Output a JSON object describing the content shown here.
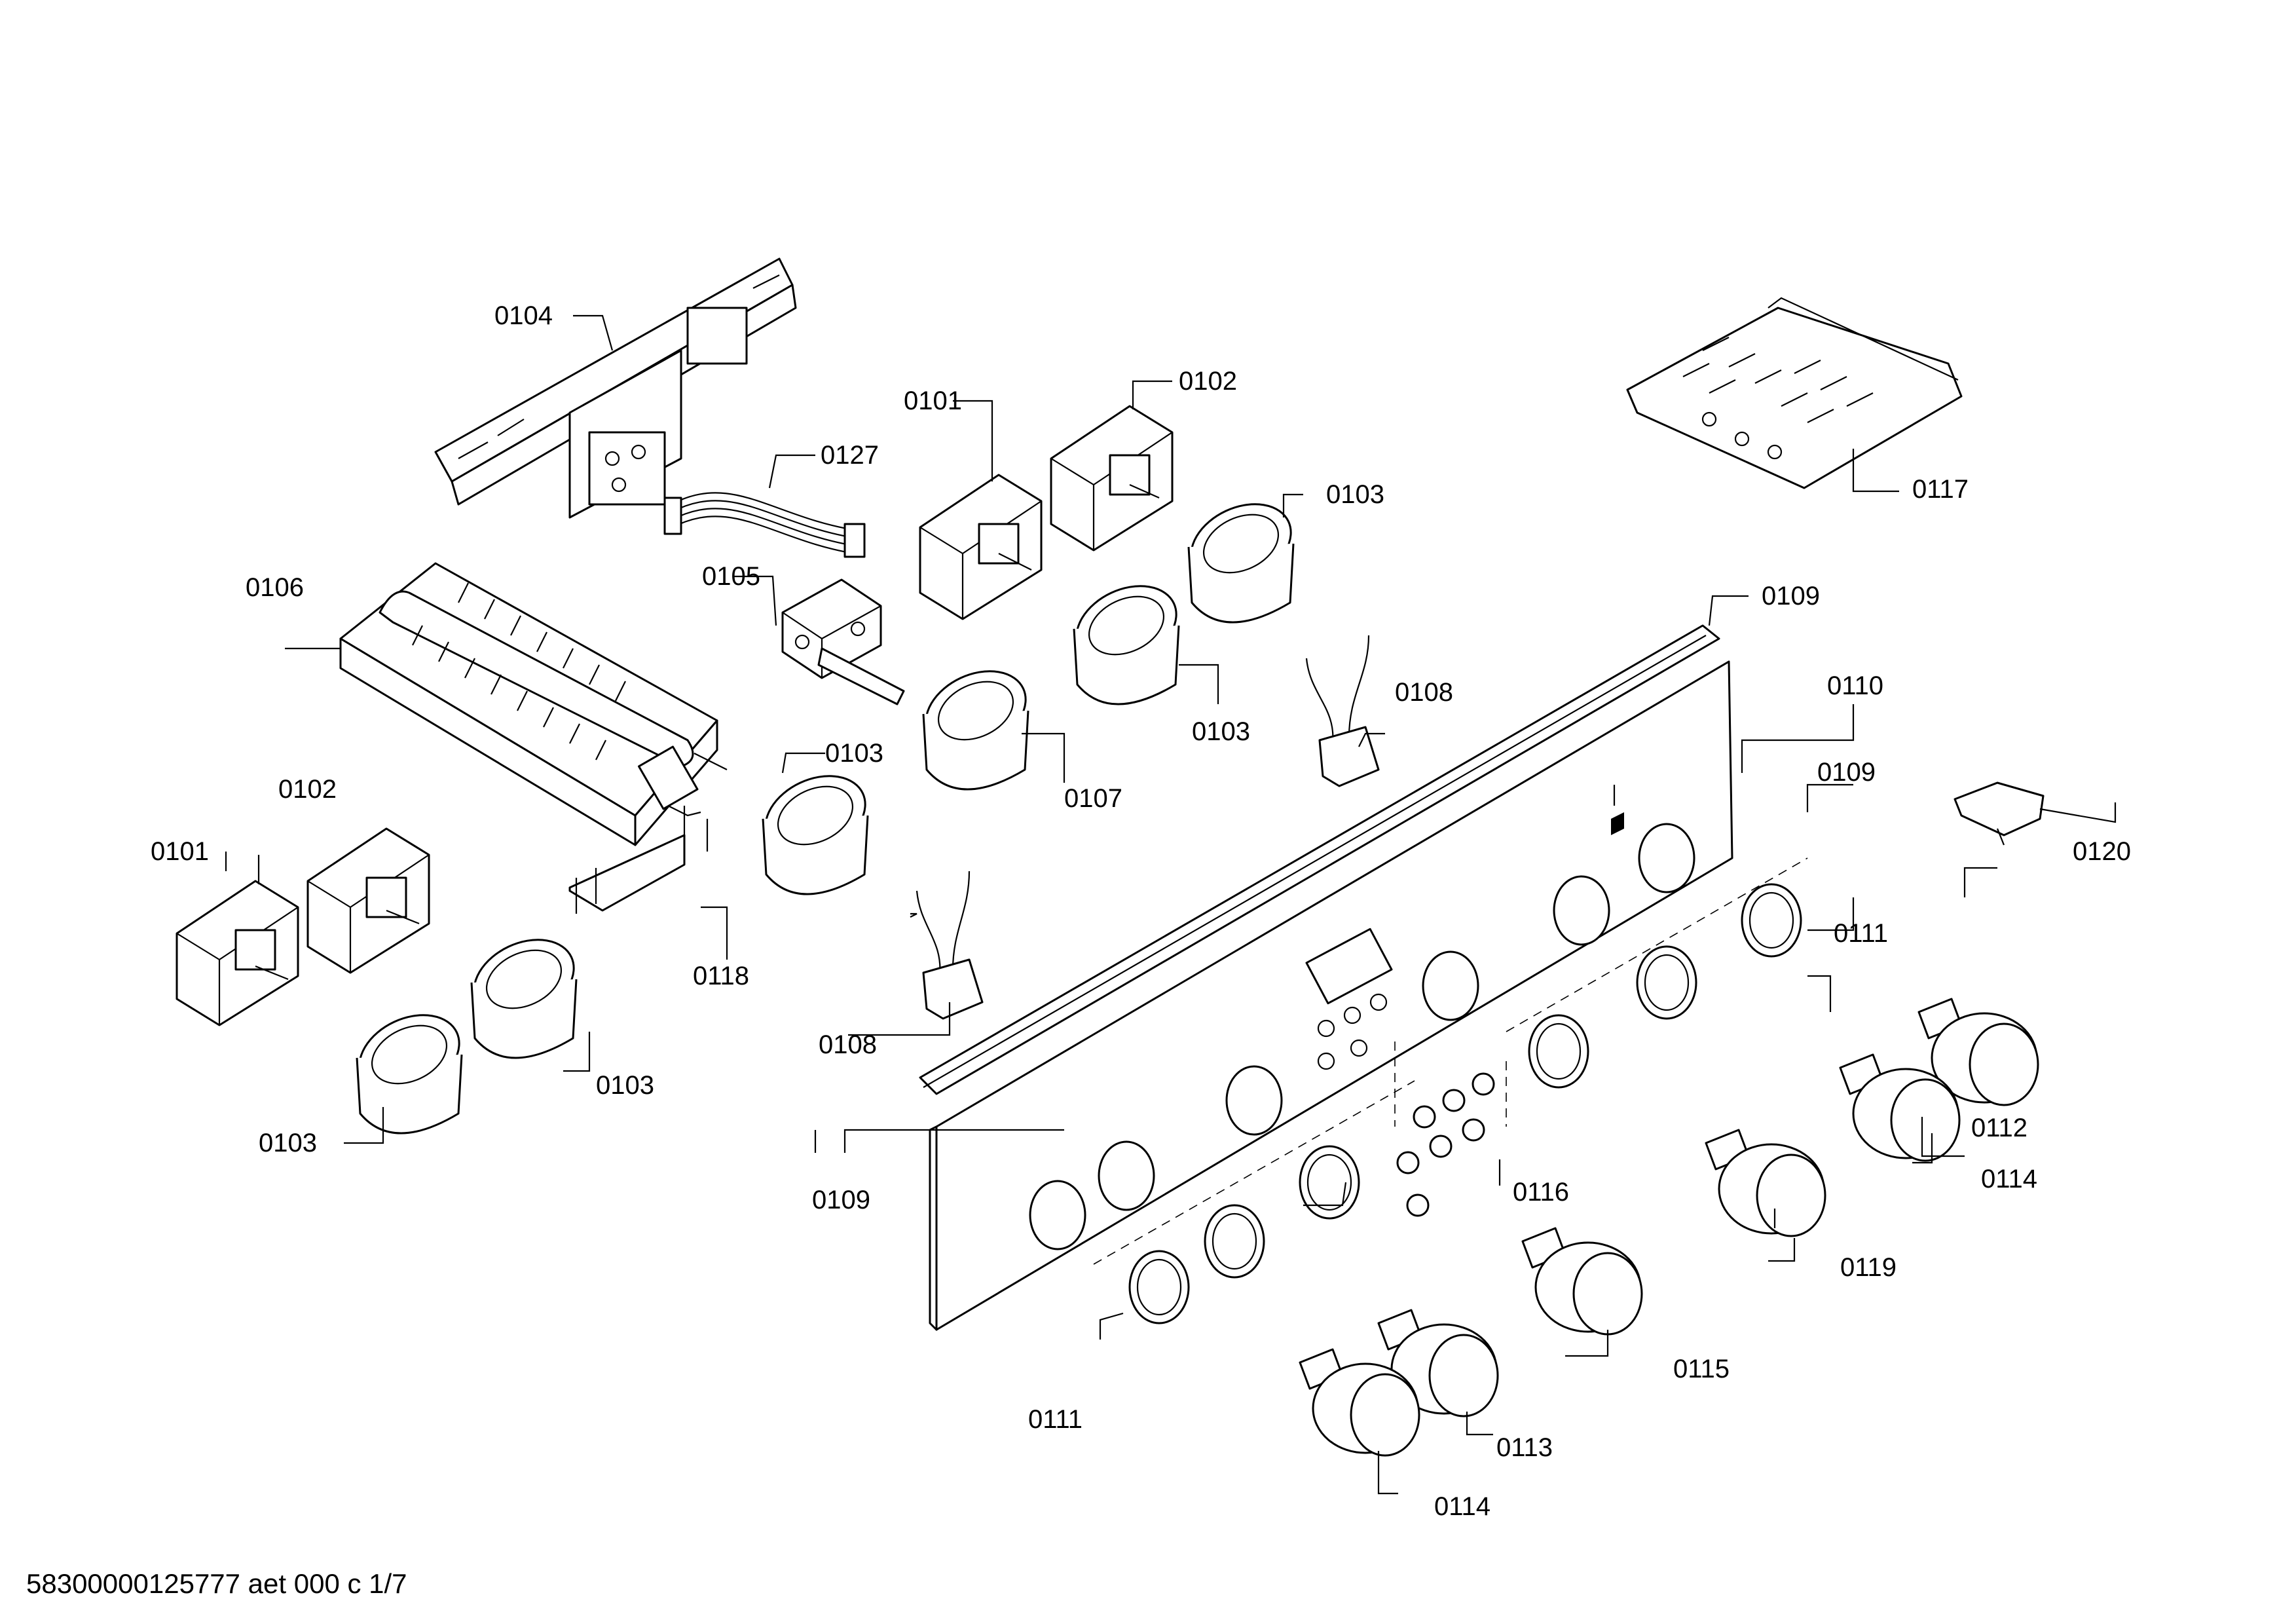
{
  "part_labels": [
    "0104",
    "0101",
    "0102",
    "0127",
    "0103",
    "0105",
    "0106",
    "0109",
    "0110",
    "0108",
    "0107",
    "0117",
    "0120",
    "0118",
    "0111",
    "0112",
    "0114",
    "0119",
    "0116",
    "0115",
    "0113"
  ],
  "footer": {
    "document_code": "58300000125777 aet 000 c 1/7"
  },
  "colors": {
    "line": "#000000",
    "background": "#ffffff",
    "fill": "#d6d6d6"
  }
}
